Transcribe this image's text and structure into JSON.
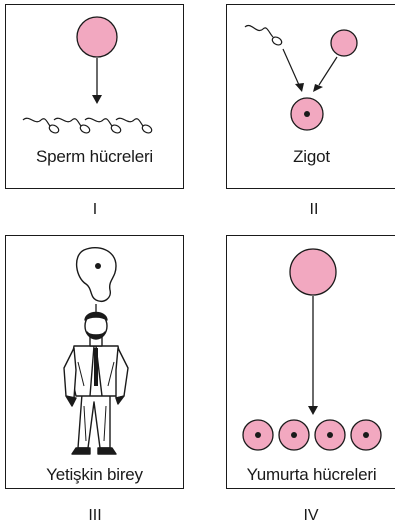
{
  "colors": {
    "cell_fill": "#f2a8c0",
    "stroke": "#1a1a1a",
    "background": "#ffffff"
  },
  "panels": [
    {
      "caption": "Sperm hücreleri",
      "label": "I"
    },
    {
      "caption": "Zigot",
      "label": "II"
    },
    {
      "caption": "Yetişkin birey",
      "label": "III"
    },
    {
      "caption": "Yumurta hücreleri",
      "label": "IV"
    }
  ]
}
